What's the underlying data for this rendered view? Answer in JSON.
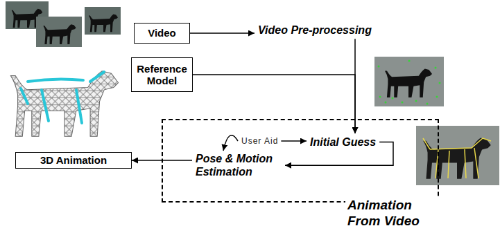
{
  "diagram": {
    "nodes": [
      {
        "text": [
          "Video"
        ]
      },
      {
        "text": [
          "Video Pre-processing"
        ]
      },
      {
        "text": [
          "Reference Model"
        ]
      },
      {
        "text": [
          "Animation From Video"
        ]
      },
      {
        "text": [
          "User Aid"
        ],
        "in": 3
      },
      {
        "text": [
          "Initial Guess"
        ],
        "in": 3
      },
      {
        "text": [
          "Pose & Motion Estimation"
        ],
        "in": 3
      },
      {
        "text": [
          "3D Animation"
        ]
      }
    ],
    "edges": [
      {
        "from": 0,
        "to": 1,
        "arrow": "to"
      },
      {
        "from": 1,
        "to": 5,
        "arrow": "to"
      },
      {
        "from": 2,
        "to": 5,
        "arrow": "to"
      },
      {
        "from": 5,
        "to": 6,
        "arrow": "to"
      },
      {
        "from": 4,
        "to": 5,
        "arrow": "to"
      },
      {
        "from": 4,
        "to": 6,
        "arrow": "to"
      },
      {
        "from": 6,
        "to": 7,
        "arrow": "to"
      }
    ]
  }
}
